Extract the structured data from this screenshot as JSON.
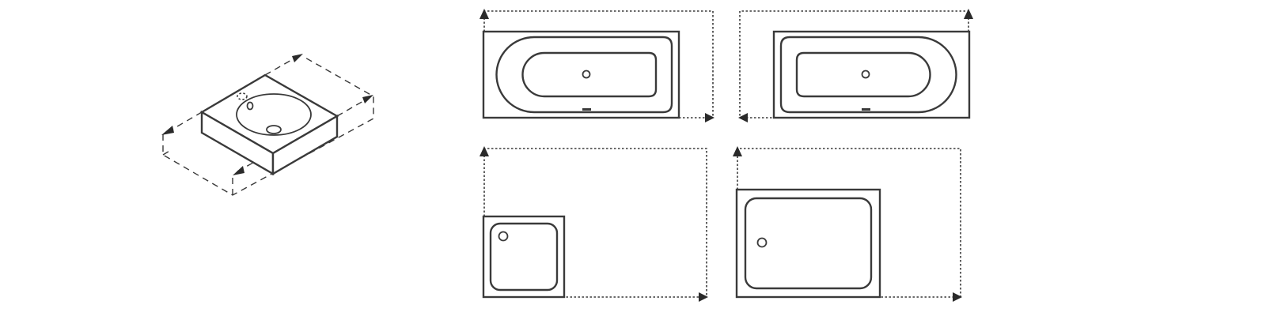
{
  "figure": {
    "items": [
      {
        "id": "washbasin",
        "kind": "wall-hung washbasin (isometric)"
      },
      {
        "id": "bathtub-left",
        "kind": "rectangular bathtub, rounded end left"
      },
      {
        "id": "bathtub-right",
        "kind": "rectangular bathtub, rounded end right"
      },
      {
        "id": "shower-tray-square",
        "kind": "square shower tray"
      },
      {
        "id": "shower-tray-rect",
        "kind": "rectangular shower tray"
      }
    ],
    "colors": {
      "line": "#3a3a3a",
      "background": "#ffffff"
    }
  }
}
